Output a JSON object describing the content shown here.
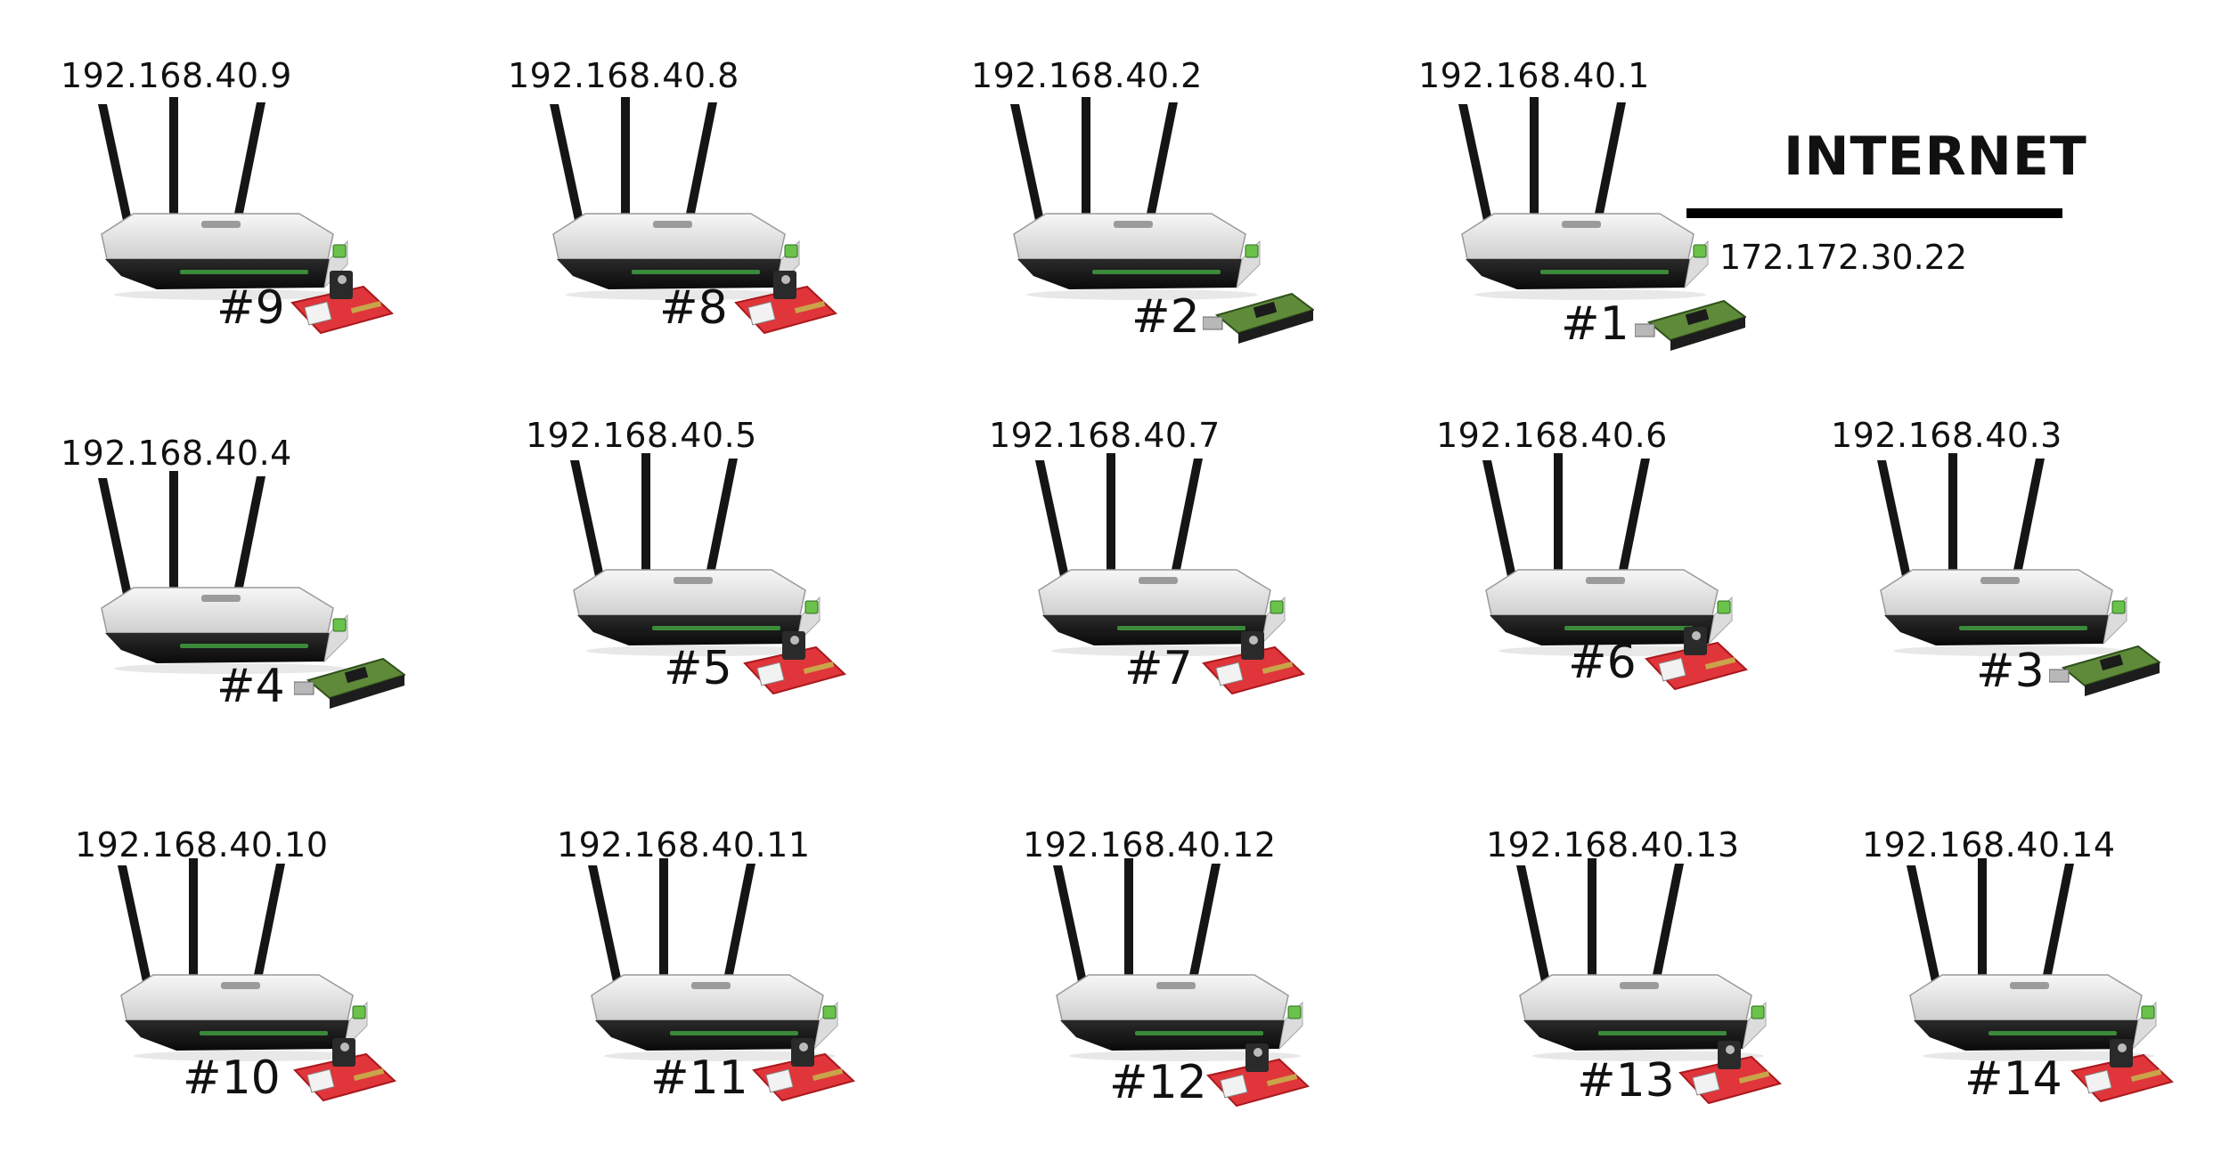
{
  "internet": {
    "label": "INTERNET",
    "wan_ip": "172.172.30.22"
  },
  "colors": {
    "red_board": "#e0353a",
    "green_board": "#5f8a3a",
    "router_body": "#e9e9e9"
  },
  "nodes": [
    {
      "id": "#9",
      "ip": "192.168.40.9",
      "board": "red-board-icon"
    },
    {
      "id": "#8",
      "ip": "192.168.40.8",
      "board": "red-board-icon"
    },
    {
      "id": "#2",
      "ip": "192.168.40.2",
      "board": "green-board-icon"
    },
    {
      "id": "#1",
      "ip": "192.168.40.1",
      "board": "green-board-icon"
    },
    {
      "id": "#4",
      "ip": "192.168.40.4",
      "board": "green-board-icon"
    },
    {
      "id": "#5",
      "ip": "192.168.40.5",
      "board": "red-board-icon"
    },
    {
      "id": "#7",
      "ip": "192.168.40.7",
      "board": "red-board-icon"
    },
    {
      "id": "#6",
      "ip": "192.168.40.6",
      "board": "red-board-icon"
    },
    {
      "id": "#3",
      "ip": "192.168.40.3",
      "board": "green-board-icon"
    },
    {
      "id": "#10",
      "ip": "192.168.40.10",
      "board": "red-board-icon"
    },
    {
      "id": "#11",
      "ip": "192.168.40.11",
      "board": "red-board-icon"
    },
    {
      "id": "#12",
      "ip": "192.168.40.12",
      "board": "red-board-icon"
    },
    {
      "id": "#13",
      "ip": "192.168.40.13",
      "board": "red-board-icon"
    },
    {
      "id": "#14",
      "ip": "192.168.40.14",
      "board": "red-board-icon"
    }
  ]
}
